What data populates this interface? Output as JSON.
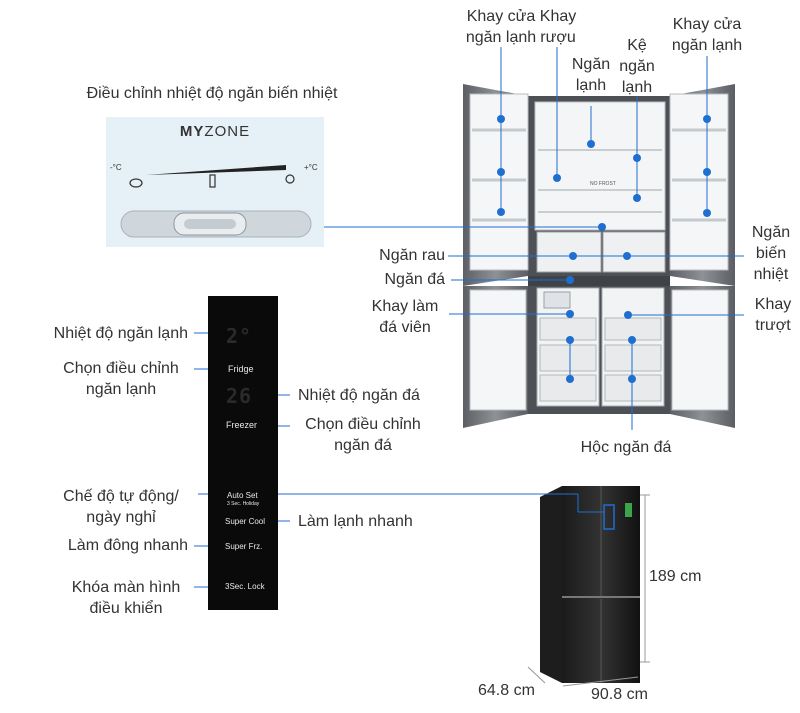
{
  "myzone": {
    "caption": "Điều chỉnh nhiệt độ ngăn biến nhiệt",
    "brand_bold": "MY",
    "brand_light": "ZONE",
    "minus_label": "-°C",
    "plus_label": "+°C"
  },
  "fridge_labels": {
    "khay_cua_left": "Khay cửa\nngăn lạnh",
    "khay_ruou": "Khay\nrượu",
    "ngan_lanh": "Ngăn\nlạnh",
    "ke_ngan_lanh": "Kệ\nngăn\nlạnh",
    "khay_cua_right": "Khay cửa\nngăn lạnh",
    "ngan_rau": "Ngăn rau",
    "ngan_bien_nhiet": "Ngăn\nbiến\nnhiệt",
    "ngan_da": "Ngăn đá",
    "khay_lam_da": "Khay làm\nđá viên",
    "khay_truot": "Khay\ntrượt",
    "hoc_ngan_da": "Hộc ngăn đá",
    "inner_text": "NO FROST"
  },
  "panel": {
    "temp_fridge": "2°",
    "temp_freezer": "26",
    "fridge_btn": "Fridge",
    "freezer_btn": "Freezer",
    "auto_set": "Auto Set",
    "auto_sub": "3 Sec. Holiday",
    "super_cool": "Super Cool",
    "super_frz": "Super Frz.",
    "lock": "3Sec. Lock"
  },
  "panel_labels": {
    "nhiet_do_ngan_lanh": "Nhiệt độ ngăn lạnh",
    "chon_ngan_lanh": "Chọn điều chỉnh\nngăn lạnh",
    "nhiet_do_ngan_da": "Nhiệt độ ngăn đá",
    "chon_ngan_da": "Chọn điều chỉnh\nngăn đá",
    "che_do": "Chế độ tự động/\nngày nghỉ",
    "lam_lanh_nhanh": "Làm lạnh nhanh",
    "lam_dong_nhanh": "Làm đông nhanh",
    "khoa_man_hinh": "Khóa màn hình\nđiều khiển"
  },
  "dimensions": {
    "height": "189 cm",
    "depth": "64.8 cm",
    "width": "90.8 cm"
  },
  "colors": {
    "marker": "#1e6fd0",
    "line": "#1e6fd0",
    "text": "#333333",
    "panel": "#0a0a0a"
  }
}
